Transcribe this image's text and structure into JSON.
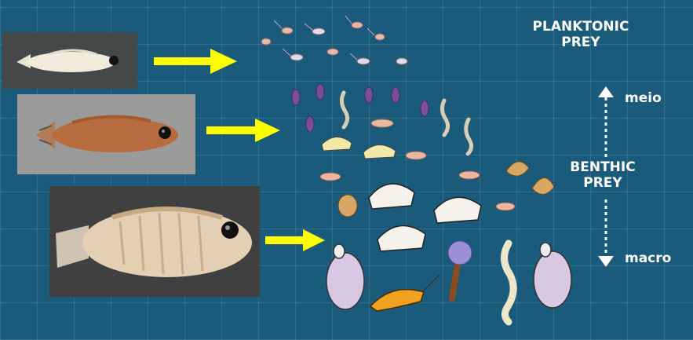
{
  "labels": {
    "planktonic_line1": "PLANKTONIC",
    "planktonic_line2": "PREY",
    "benthic_line1": "BENTHIC",
    "benthic_line2": "PREY",
    "meio": "meio",
    "macro": "macro"
  },
  "colors": {
    "background": "#1a5b7c",
    "arrow": "#ffff00",
    "label_text": "#ffffff"
  },
  "icons": {
    "fish_stages": [
      "larval-fish",
      "juvenile-fish",
      "adult-fish"
    ],
    "prey": [
      "copepod",
      "amphipod",
      "worm",
      "snail",
      "shrimp",
      "tube-worm"
    ]
  }
}
